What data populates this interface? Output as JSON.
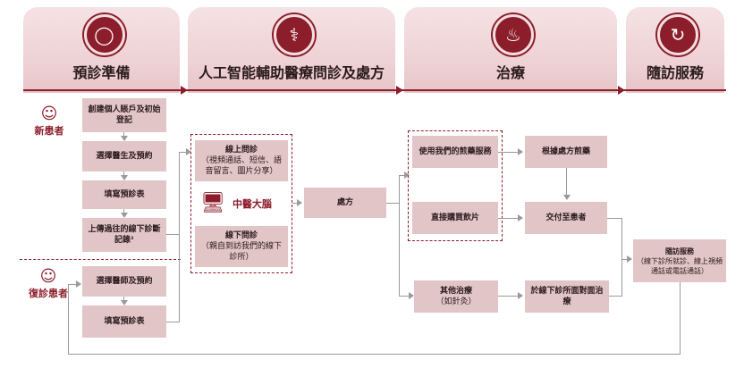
{
  "stages": [
    {
      "title": "預診準備",
      "icon": "person-icon"
    },
    {
      "title": "人工智能輔助醫療問診及處方",
      "icon": "doctor-icon"
    },
    {
      "title": "治療",
      "icon": "medicine-pot-icon"
    },
    {
      "title": "隨訪服務",
      "icon": "refresh-icon"
    }
  ],
  "patients": {
    "new": "新患者",
    "returning": "復診患者"
  },
  "prep": {
    "create_account": "創建個人賬戶及初始登記",
    "choose_doctor": "選擇醫生及預約",
    "fill_form_new": "填寫預診表",
    "upload_records": "上傳過往的線下診斷記錄¹",
    "choose_physician_returning": "選擇醫師及預約",
    "fill_form_returning": "填寫預診表"
  },
  "consult": {
    "online_title": "線上問診",
    "online_sub": "（視頻通話、短信、語音留言、圖片分享）",
    "brain_label": "中醫大腦",
    "offline_title": "線下問診",
    "offline_sub": "（親自到訪我們的線下診所）",
    "prescription": "處方"
  },
  "treatment": {
    "decoction_service": "使用我們的煎藥服務",
    "decoct_by_rx": "根據處方煎藥",
    "buy_pieces": "直接購買飲片",
    "deliver": "交付至患者",
    "other_title": "其他治療",
    "other_sub": "（如針灸）",
    "offline_face": "於線下診所面對面治療"
  },
  "followup": {
    "title": "隨訪服務",
    "sub": "（線下診所就診、線上視頻通話或電話通話）"
  }
}
